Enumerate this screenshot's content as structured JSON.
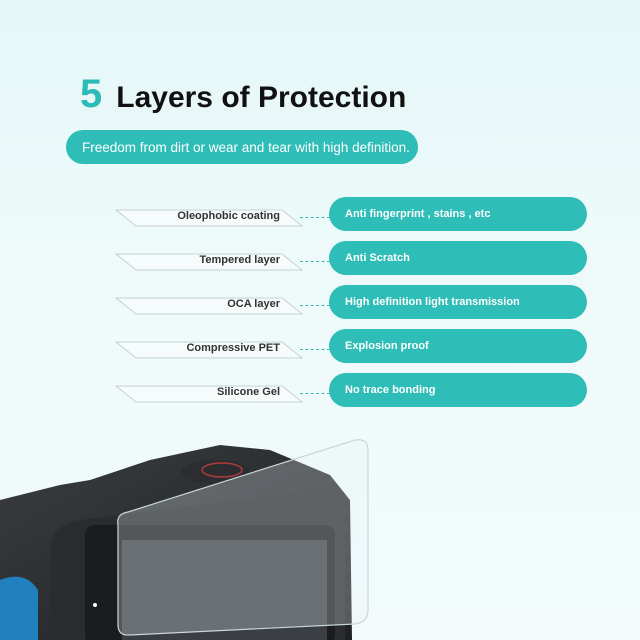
{
  "header": {
    "number": "5",
    "title": "Layers of Protection",
    "subtitle": "Freedom from dirt or wear and tear with high definition."
  },
  "layers": [
    {
      "label": "Oleophobic coating",
      "feature": "Anti fingerprint , stains , etc"
    },
    {
      "label": "Tempered layer",
      "feature": "Anti Scratch"
    },
    {
      "label": "OCA layer",
      "feature": "High definition light transmission"
    },
    {
      "label": "Compressive PET",
      "feature": "Explosion proof"
    },
    {
      "label": "Silicone Gel",
      "feature": "No trace bonding"
    }
  ],
  "colors": {
    "accent": "#2ebdb7",
    "background": "#e8f8f8",
    "title_text": "#111111"
  }
}
